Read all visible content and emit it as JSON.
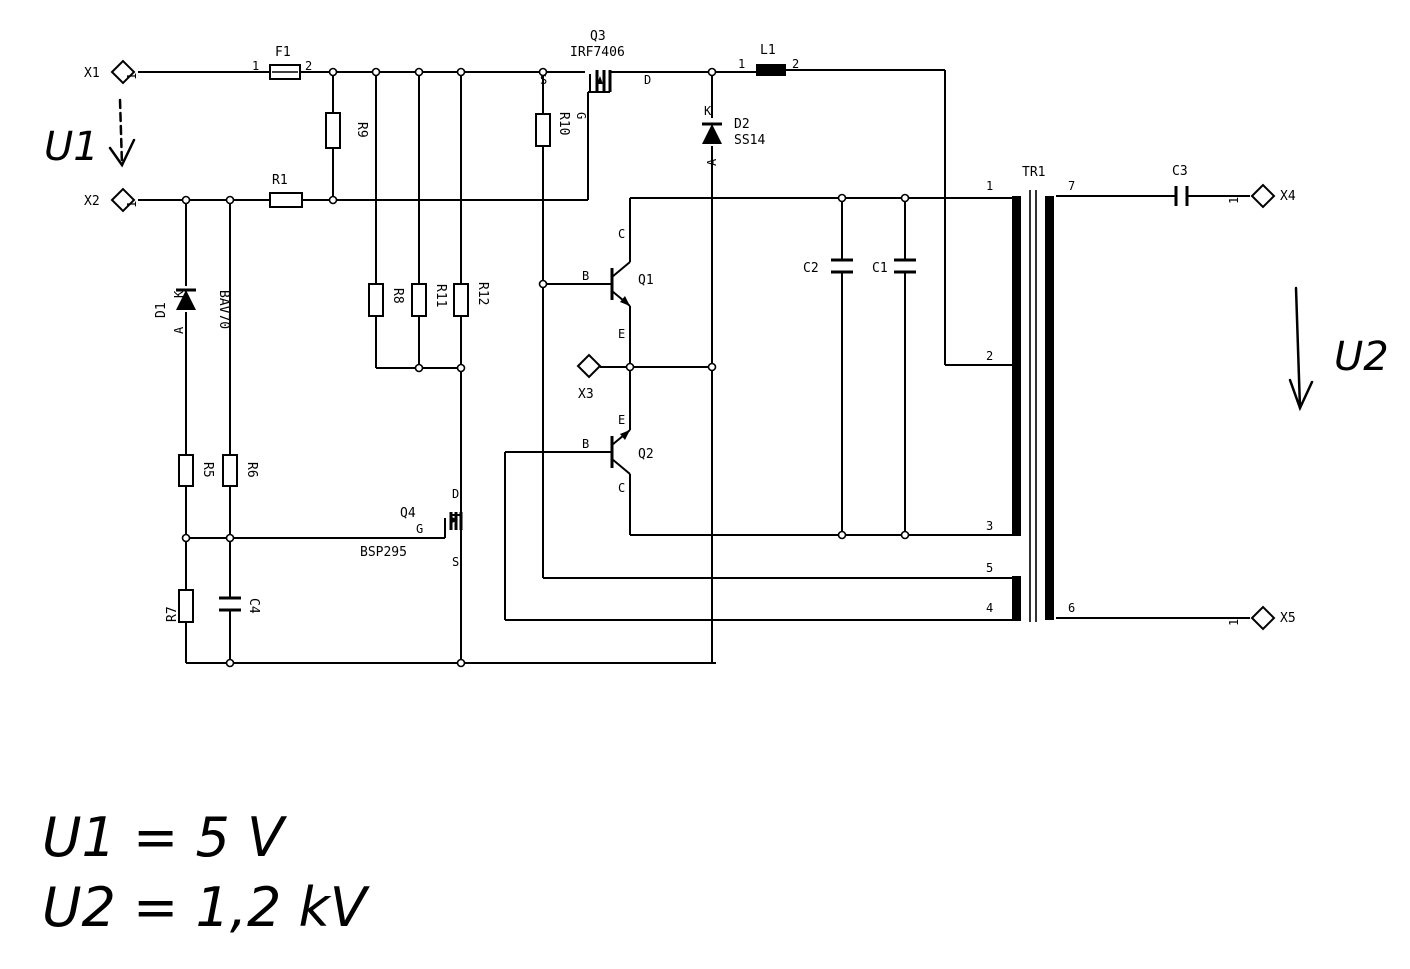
{
  "components": {
    "fuse": {
      "ref": "F1",
      "pin1": "1",
      "pin2": "2"
    },
    "r9": "R9",
    "r1": "R1",
    "r10": "R10",
    "r8": "R8",
    "r11": "R11",
    "r12": "R12",
    "r5": "R5",
    "r6": "R6",
    "r7": "R7",
    "c1": "C1",
    "c2": "C2",
    "c3": "C3",
    "c4": "C4",
    "d1": {
      "ref": "D1",
      "part": "BAV70",
      "a": "A",
      "k": "K"
    },
    "d2": {
      "ref": "D2",
      "part": "SS14",
      "a": "A",
      "k": "K"
    },
    "q1": {
      "ref": "Q1",
      "b": "B",
      "c": "C",
      "e": "E"
    },
    "q2": {
      "ref": "Q2",
      "b": "B",
      "c": "C",
      "e": "E"
    },
    "q3": {
      "ref": "Q3",
      "part": "IRF7406",
      "s": "S",
      "g": "G",
      "d": "D"
    },
    "q4": {
      "ref": "Q4",
      "part": "BSP295",
      "g": "G",
      "d": "D",
      "s": "S"
    },
    "l1": {
      "ref": "L1",
      "pin1": "1",
      "pin2": "2"
    },
    "tr1": {
      "ref": "TR1",
      "pins": [
        "1",
        "2",
        "3",
        "4",
        "5",
        "6",
        "7"
      ]
    }
  },
  "terminals": {
    "x1": "X1",
    "x2": "X2",
    "x3": "X3",
    "x4": "X4",
    "x5": "X5",
    "pin": "1"
  },
  "handwriting": {
    "u1_arrow_label": "U1",
    "u2_arrow_label": "U2",
    "eq1": "U1 = 5 V",
    "eq2": "U2 = 1,2 kV"
  }
}
